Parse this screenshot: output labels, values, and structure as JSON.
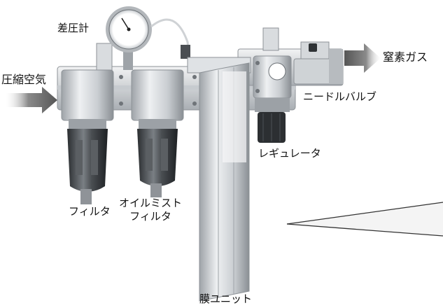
{
  "labels": {
    "gauge": "差圧計",
    "inlet": "圧縮空気",
    "outlet": "窒素ガス",
    "needle_valve": "ニードルバルブ",
    "regulator": "レギュレータ",
    "filter": "フィルタ",
    "mist_filter_line1": "オイルミスト",
    "mist_filter_line2": "フィルタ",
    "membrane_unit": "膜ユニット"
  },
  "colors": {
    "arrow": "#6a6a6a",
    "metal_light": "#e4e6e8",
    "metal_mid": "#b9bdc1",
    "metal_dark": "#7d8287",
    "bowl_dark": "#3a3d40",
    "regulator_knob": "#2c2f32"
  },
  "icons": {
    "inlet_arrow": "arrow-right-icon",
    "outlet_arrow": "arrow-right-icon"
  }
}
